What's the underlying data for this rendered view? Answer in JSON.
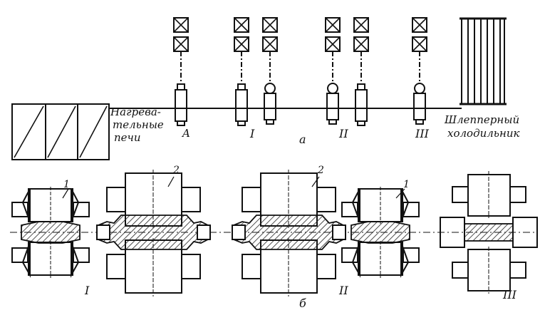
{
  "labels": {
    "furnace": [
      "Нагрева-",
      "тельные",
      "печи"
    ],
    "cooler": [
      "Шлепперный",
      "холодильник"
    ],
    "stand_a": "A",
    "stand_1": "I",
    "stand_2": "II",
    "stand_3": "III",
    "part_a": "а",
    "part_b": "б",
    "callout_1": "1",
    "callout_2": "2"
  },
  "colors": {
    "ink": "#111111",
    "hatch": "#222222",
    "background": "#ffffff"
  }
}
